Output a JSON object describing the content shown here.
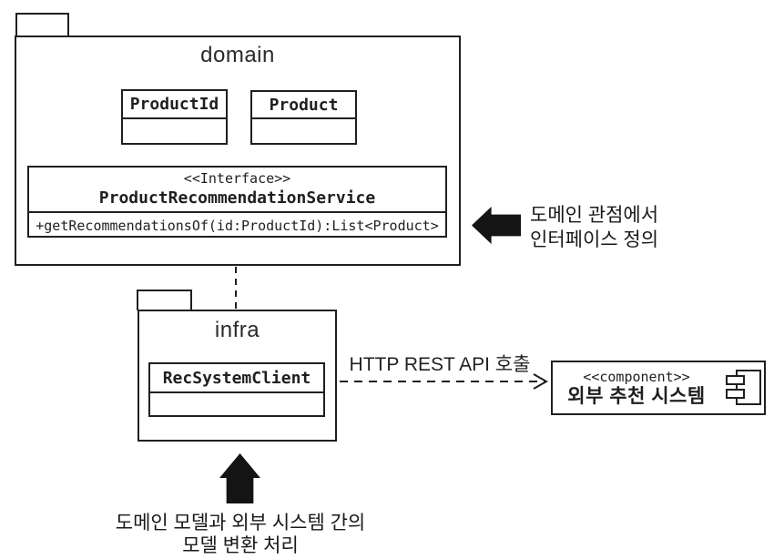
{
  "diagram": {
    "colors": {
      "line": "#1f1f1f",
      "background": "#ffffff",
      "arrow_fill": "#141414"
    },
    "domain_package": {
      "label": "domain",
      "classes": [
        {
          "name": "ProductId"
        },
        {
          "name": "Product"
        }
      ],
      "interface": {
        "stereotype": "<<Interface>>",
        "name": "ProductRecommendationService",
        "operation": "+getRecommendationsOf(id:ProductId):List<Product>"
      }
    },
    "infra_package": {
      "label": "infra",
      "classes": [
        {
          "name": "RecSystemClient"
        }
      ]
    },
    "external_component": {
      "stereotype": "<<component>>",
      "name": "외부 추천 시스템"
    },
    "connectors": {
      "rest_call_label": "HTTP REST API 호출"
    },
    "annotations": {
      "interface_note": {
        "line1": "도메인 관점에서",
        "line2": "인터페이스 정의"
      },
      "model_conversion_note": {
        "line1": "도메인 모델과 외부 시스템 간의",
        "line2": "모델 변환 처리"
      }
    }
  }
}
